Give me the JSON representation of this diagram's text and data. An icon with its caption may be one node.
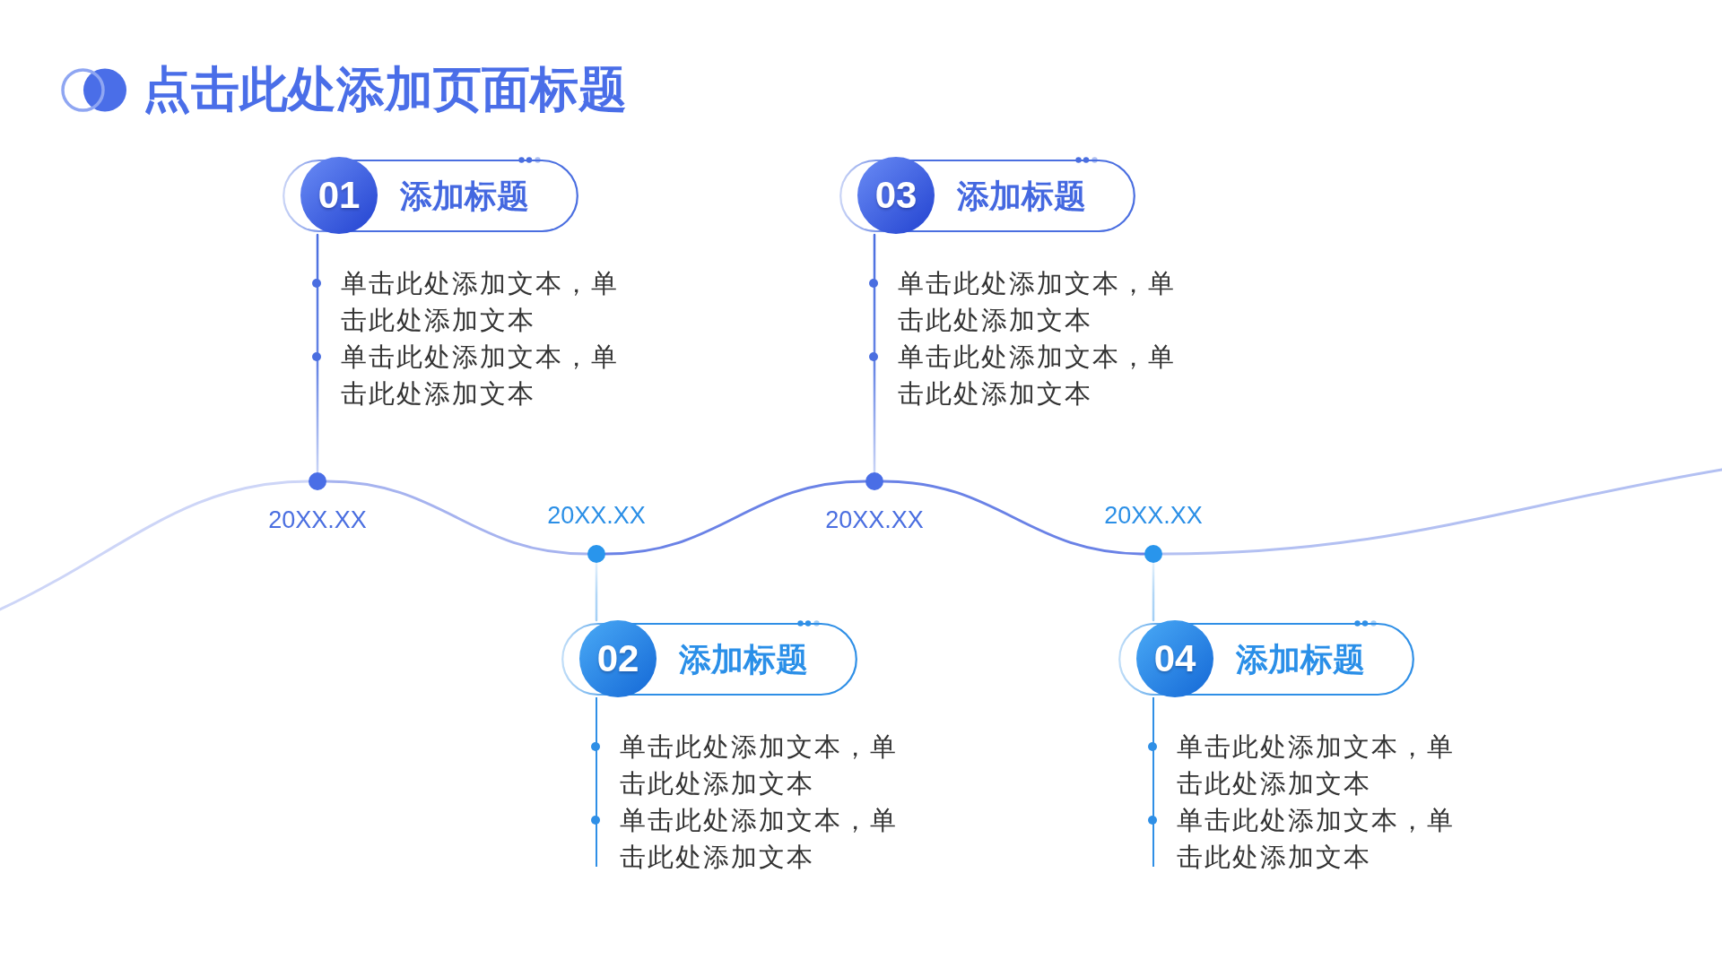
{
  "diagram": {
    "title": "点击此处添加页面标题",
    "nodes": [
      {
        "text": [
          "01",
          "添加标题"
        ],
        "beside": [
          "单击此处添加文本，单击此处添加文本",
          "单击此处添加文本，单击此处添加文本"
        ]
      },
      {
        "text": [
          "03",
          "添加标题"
        ],
        "beside": [
          "单击此处添加文本，单击此处添加文本",
          "单击此处添加文本，单击此处添加文本"
        ]
      },
      {
        "text": [],
        "shape": "circle",
        "beside": [
          "20XX.XX"
        ]
      },
      {
        "text": [],
        "shape": "circle",
        "beside": [
          "20XX.XX"
        ]
      },
      {
        "text": [],
        "shape": "circle",
        "beside": [
          "20XX.XX"
        ]
      },
      {
        "text": [],
        "shape": "circle",
        "beside": [
          "20XX.XX"
        ]
      },
      {
        "text": [
          "02",
          "添加标题"
        ],
        "beside": [
          "单击此处添加文本，单击此处添加文本",
          "单击此处添加文本，单击此处添加文本"
        ]
      },
      {
        "text": [
          "04",
          "添加标题"
        ],
        "beside": [
          "单击此处添加文本，单击此处添加文本",
          "单击此处添加文本，单击此处添加文本"
        ]
      }
    ],
    "edges": [
      {
        "from": null,
        "to": 2,
        "arrow": "none",
        "color": "#cdd5f7"
      },
      {
        "from": 2,
        "to": 3,
        "arrow": "none",
        "color": "#a6b3ef"
      },
      {
        "from": 3,
        "to": 4,
        "arrow": "none"
      },
      {
        "from": 4,
        "to": 5,
        "arrow": "none"
      },
      {
        "from": 5,
        "to": null,
        "arrow": "none",
        "color": "#b3c0f2"
      },
      {
        "from": 0,
        "to": 2,
        "arrow": "none",
        "color": "#4a6ee0"
      },
      {
        "from": 1,
        "to": 4,
        "arrow": "none",
        "color": "#4a6ee0"
      },
      {
        "from": 3,
        "to": 6,
        "arrow": "none",
        "color": "#a3cff5"
      },
      {
        "from": 5,
        "to": 7,
        "arrow": "none",
        "color": "#a3cff5"
      }
    ]
  }
}
